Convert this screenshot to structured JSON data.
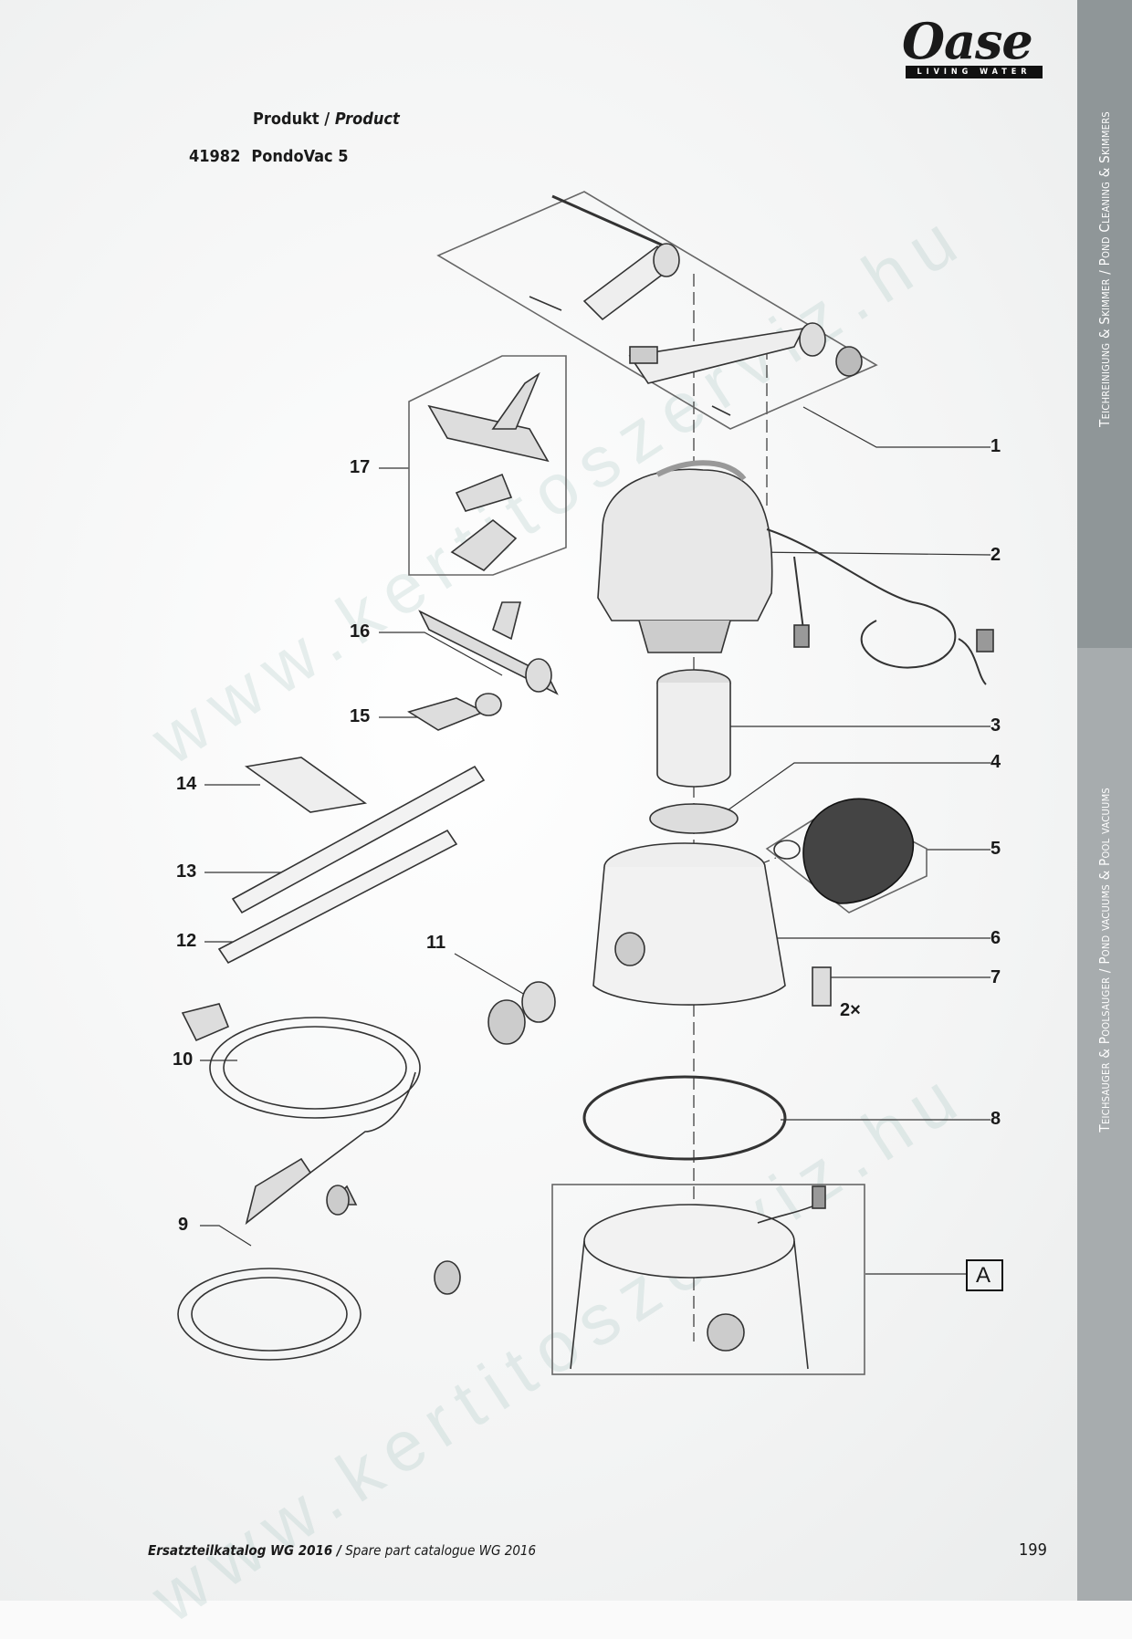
{
  "logo": {
    "brand": "Oase",
    "tagline": "LIVING WATER"
  },
  "header": {
    "product_label_de": "Produkt /",
    "product_label_en": "Product",
    "article_number": "41982",
    "product_name": "PondoVac 5"
  },
  "side_tabs": [
    {
      "label": "Teichreinigung & Skimmer / Pond Cleaning & Skimmers"
    },
    {
      "label": "Teichsauger & Poolsauger / Pond vacuums & Pool vacuums"
    }
  ],
  "callouts": [
    "1",
    "2",
    "3",
    "4",
    "5",
    "6",
    "7",
    "8",
    "A",
    "17",
    "16",
    "15",
    "14",
    "13",
    "12",
    "11",
    "10",
    "9"
  ],
  "quantity_note": "2×",
  "watermark": "www.kertitoszerviz.hu",
  "footer": {
    "catalogue_de": "Ersatzteilkatalog WG 2016 /",
    "catalogue_en": "Spare part catalogue WG 2016",
    "page_number": "199"
  }
}
